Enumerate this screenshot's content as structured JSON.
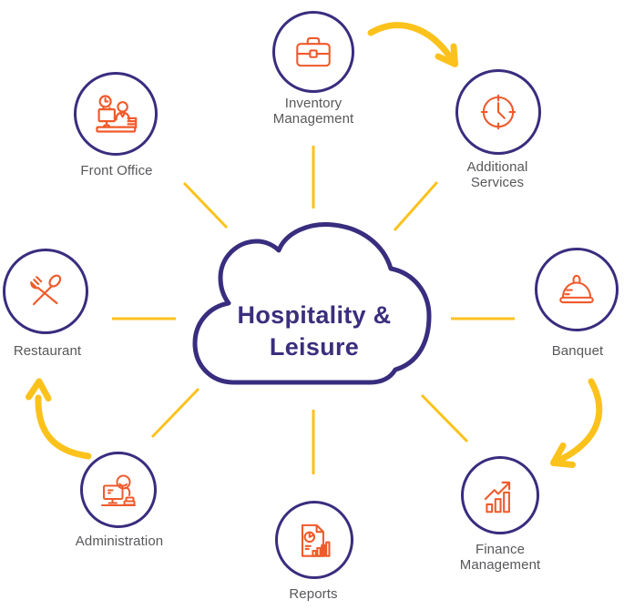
{
  "title": {
    "line1": "Hospitality &",
    "line2": "Leisure"
  },
  "nodes": [
    {
      "id": "inventory-management",
      "label": "Inventory Management",
      "icon": "briefcase-icon"
    },
    {
      "id": "additional-services",
      "label": "Additional Services",
      "icon": "clock-icon"
    },
    {
      "id": "banquet",
      "label": "Banquet",
      "icon": "cloche-icon"
    },
    {
      "id": "finance-management",
      "label": "Finance Management",
      "icon": "growth-chart-icon"
    },
    {
      "id": "reports",
      "label": "Reports",
      "icon": "report-document-icon"
    },
    {
      "id": "administration",
      "label": "Administration",
      "icon": "person-at-desk-icon"
    },
    {
      "id": "restaurant",
      "label": "Restaurant",
      "icon": "fork-spoon-icon"
    },
    {
      "id": "front-office",
      "label": "Front Office",
      "icon": "reception-desk-icon"
    }
  ],
  "arrows": [
    {
      "from": "inventory-management",
      "to": "additional-services"
    },
    {
      "from": "banquet",
      "to": "finance-management"
    },
    {
      "from": "administration",
      "to": "restaurant"
    }
  ],
  "colors": {
    "icon_orange": "#F05A2B",
    "outline_purple": "#382D7E",
    "connector_yellow": "#FCC21C",
    "label_gray": "#57585B",
    "title_purple": "#3B2E7D"
  }
}
